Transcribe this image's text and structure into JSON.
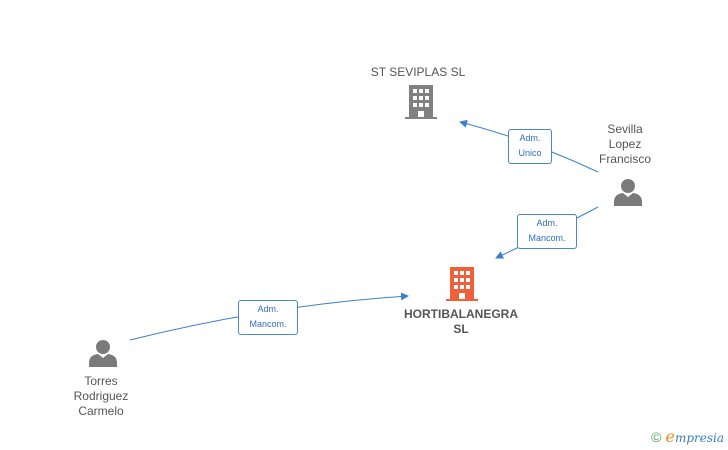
{
  "nodes": {
    "company_top": {
      "label": "ST SEVIPLAS  SL"
    },
    "company_main": {
      "label": "HORTIBALANEGRA\nSL"
    },
    "person_sevilla": {
      "label": "Sevilla\nLopez\nFrancisco"
    },
    "person_torres": {
      "label": "Torres\nRodriguez\nCarmelo"
    }
  },
  "edges": [
    {
      "label": "Adm.\nUnico"
    },
    {
      "label": "Adm.\nMancom."
    },
    {
      "label": "Adm.\nMancom."
    }
  ],
  "footer": {
    "copyright": "©",
    "brand_first": "e",
    "brand_rest": "mpresia"
  },
  "colors": {
    "company_gray": "#808080",
    "company_highlight": "#f0603a",
    "person_gray": "#7a7a7a",
    "edge_blue": "#3b7fd0"
  }
}
